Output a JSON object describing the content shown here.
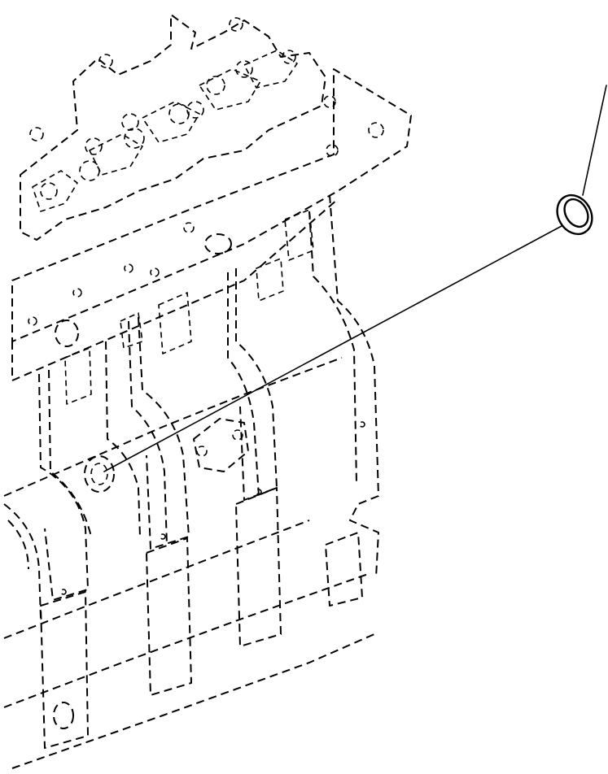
{
  "drawing": {
    "kind": "exploded parts illustration",
    "parts": [
      {
        "id": "engine-block",
        "style": "phantom-dashed"
      },
      {
        "id": "seal-ring",
        "style": "solid"
      }
    ],
    "colors": {
      "ink": "#000000",
      "paper": "#ffffff"
    }
  }
}
